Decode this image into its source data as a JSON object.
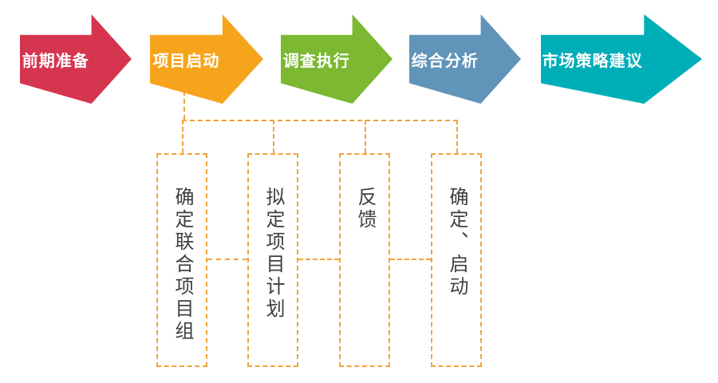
{
  "flow": {
    "steps": [
      {
        "label": "前期准备",
        "color": "#d6354f"
      },
      {
        "label": "项目启动",
        "color": "#f7a41d"
      },
      {
        "label": "调查执行",
        "color": "#7cb832"
      },
      {
        "label": "综合分析",
        "color": "#6094b8"
      },
      {
        "label": "市场策略建议",
        "color": "#00aeb8"
      }
    ]
  },
  "boxes": [
    {
      "label": "确定联合项目组"
    },
    {
      "label": "拟定项目计划"
    },
    {
      "label": "反馈"
    },
    {
      "label": "确定、启动"
    }
  ],
  "connector_color": "#f2a33c",
  "box_text_color": "#404040"
}
